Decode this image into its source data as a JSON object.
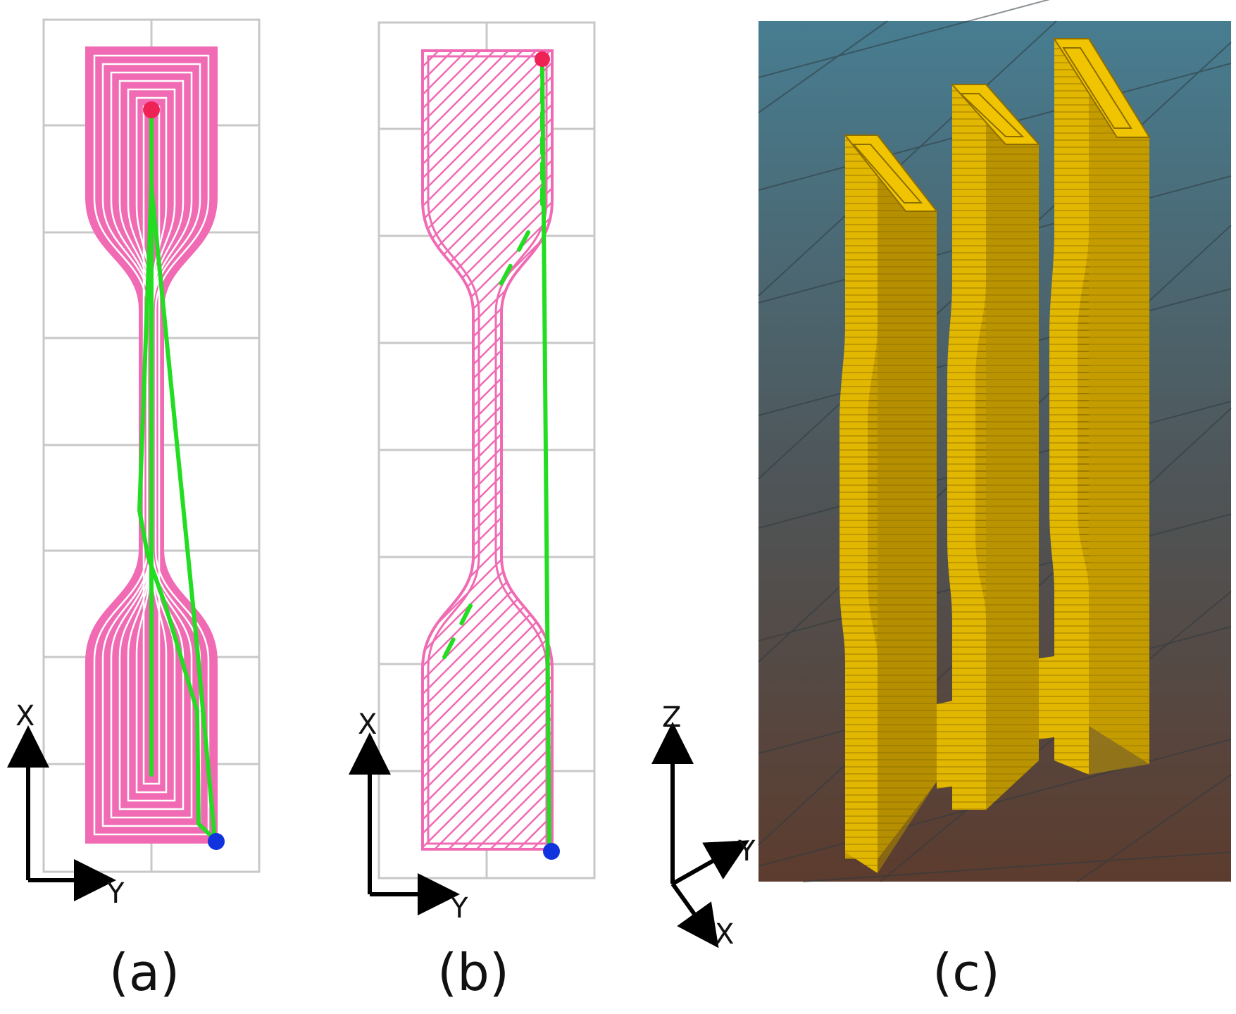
{
  "panels": [
    {
      "caption": "(a)",
      "axes": {
        "vertical": "X",
        "horizontal": "Y"
      },
      "fill_pattern": "concentric",
      "colors": {
        "path": "#f06ab4",
        "travel": "#22dd22",
        "start": "#ee2255",
        "end": "#1133dd",
        "grid": "#c8c8c8"
      }
    },
    {
      "caption": "(b)",
      "axes": {
        "vertical": "X",
        "horizontal": "Y"
      },
      "fill_pattern": "diagonal lines",
      "colors": {
        "path": "#f06ab4",
        "travel": "#22dd22",
        "start": "#ee2255",
        "end": "#1133dd",
        "grid": "#c8c8c8"
      }
    },
    {
      "caption": "(c)",
      "axes": {
        "vertical": "Z",
        "diag_up": "Y",
        "diag_down": "X"
      },
      "specimen_count": 3,
      "colors": {
        "specimen": "#e0b400",
        "background_top": "#477d91",
        "background_bottom": "#5c3c2e"
      }
    }
  ]
}
